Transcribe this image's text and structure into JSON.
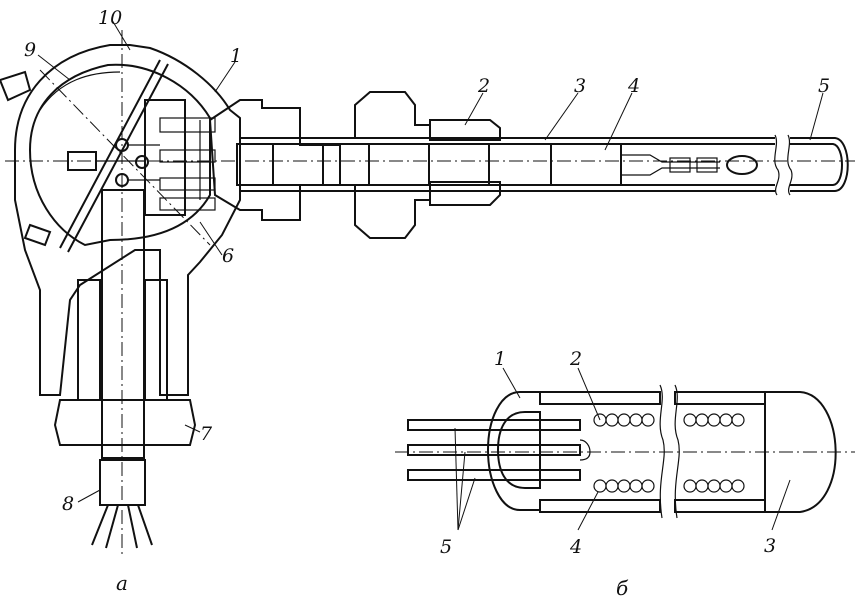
{
  "figure_a": {
    "caption": "а",
    "labels": [
      "1",
      "2",
      "3",
      "4",
      "5",
      "6",
      "7",
      "8",
      "9",
      "10"
    ]
  },
  "figure_b": {
    "caption": "б",
    "labels": [
      "1",
      "2",
      "3",
      "4",
      "5"
    ]
  }
}
